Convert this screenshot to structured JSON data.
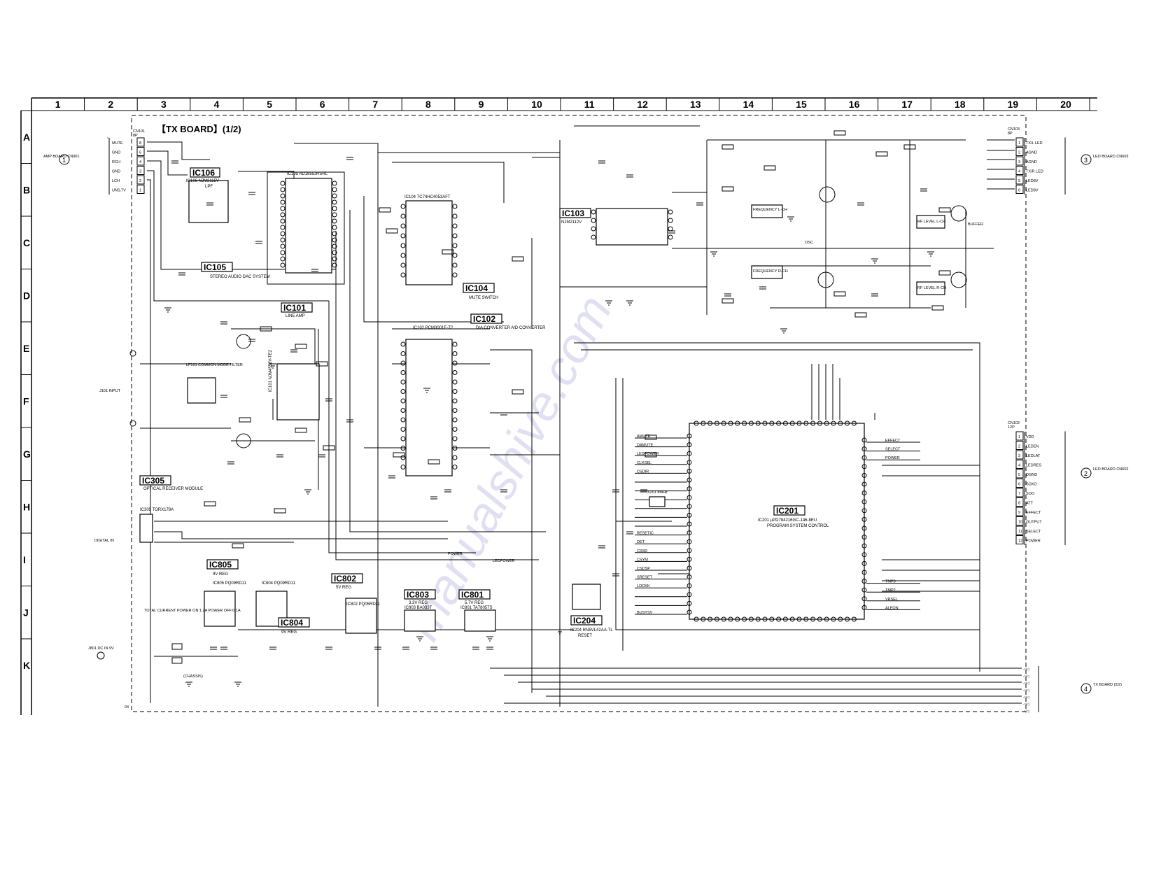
{
  "columns": [
    "1",
    "2",
    "3",
    "4",
    "5",
    "6",
    "7",
    "8",
    "9",
    "10",
    "11",
    "12",
    "13",
    "14",
    "15",
    "16",
    "17",
    "18",
    "19",
    "20"
  ],
  "rows": [
    "A",
    "B",
    "C",
    "D",
    "E",
    "F",
    "G",
    "H",
    "I",
    "J",
    "K"
  ],
  "board_title": "【TX BOARD】(1/2)",
  "page_ref": "04",
  "ics": [
    {
      "id": "IC106",
      "label": "IC106",
      "part": "IC106 NJM2115V",
      "func": "LPF"
    },
    {
      "id": "IC105",
      "label": "IC105",
      "part": "IC105 AD1855JRSRL",
      "func": "STEREO AUDIO DAC SYSTEM"
    },
    {
      "id": "IC104",
      "label": "IC104",
      "part": "IC104 TC74HC4053AFT",
      "func": "MUTE SWITCH"
    },
    {
      "id": "IC103",
      "label": "IC103",
      "part": "NJM2112V",
      "func": ""
    },
    {
      "id": "IC101",
      "label": "IC101",
      "part": "IC101 NJM4558V-TE2",
      "func": "LINE AMP"
    },
    {
      "id": "IC102",
      "label": "IC102",
      "part": "IC102 PCM3001E-T2",
      "func": "D/A CONVERTER A/D CONVERTER"
    },
    {
      "id": "IC305",
      "label": "IC305",
      "part": "IC305 TORX178A",
      "func": "OPTICAL RECEIVER MODULE"
    },
    {
      "id": "IC805",
      "label": "IC805",
      "part": "IC805 PQ09RD11",
      "func": "9V REG"
    },
    {
      "id": "IC804",
      "label": "IC804",
      "part": "IC804 PQ09RD11",
      "func": "9V REG"
    },
    {
      "id": "IC802",
      "label": "IC802",
      "part": "IC802 PQ05RD11",
      "func": "5V REG"
    },
    {
      "id": "IC803",
      "label": "IC803",
      "part": "IC803 BA033T",
      "func": "3.3V REG"
    },
    {
      "id": "IC801",
      "label": "IC801",
      "part": "IC801 TA78057S",
      "func": "5.7V REG"
    },
    {
      "id": "IC204",
      "label": "IC204",
      "part": "IC204 RN5VL42AA-TL",
      "func": "RESET"
    },
    {
      "id": "IC201",
      "label": "IC201",
      "part": "IC201 µPD784216GC-146-8EU",
      "func": "PROGRAM SYSTEM CONTROL"
    }
  ],
  "connectors": {
    "cn101": {
      "name": "CN101",
      "pins": "8P",
      "board": "AMP BOARD CN901",
      "circle": "1",
      "items": [
        {
          "n": "8",
          "label": "MUTE"
        },
        {
          "n": "6",
          "label": "GND"
        },
        {
          "n": "4",
          "label": "RCH"
        },
        {
          "n": "3",
          "label": "GND"
        },
        {
          "n": "2",
          "label": "LCH"
        },
        {
          "n": "1",
          "label": "UNS.7V"
        }
      ]
    },
    "cn103": {
      "name": "CN103",
      "pins": "8P",
      "board": "LED BOARD CN603",
      "circle": "3",
      "items": [
        {
          "n": "1",
          "label": "TX/L LED"
        },
        {
          "n": "2",
          "label": "AGND"
        },
        {
          "n": "3",
          "label": "AGND"
        },
        {
          "n": "4",
          "label": "TX/R LED"
        },
        {
          "n": "5",
          "label": "LED8V"
        },
        {
          "n": "6",
          "label": "LED8V"
        }
      ]
    },
    "cn102": {
      "name": "CN102",
      "pins": "12P",
      "board": "LED BOARD CN602",
      "circle": "2",
      "items": [
        {
          "n": "1",
          "label": "VDD"
        },
        {
          "n": "2",
          "label": "LEDEN"
        },
        {
          "n": "3",
          "label": "LEDLAT"
        },
        {
          "n": "4",
          "label": "LEDRES"
        },
        {
          "n": "5",
          "label": "DGND"
        },
        {
          "n": "6",
          "label": "SCKO"
        },
        {
          "n": "7",
          "label": "SOO"
        },
        {
          "n": "8",
          "label": "ATT"
        },
        {
          "n": "9",
          "label": "EFFECT"
        },
        {
          "n": "10",
          "label": "OUTPUT"
        },
        {
          "n": "11",
          "label": "SELECT"
        },
        {
          "n": "12",
          "label": "POWER"
        }
      ]
    },
    "tx2": {
      "board": "TX BOARD (2/2)",
      "circle": "4"
    }
  },
  "inputs": {
    "jack": "J101 INPUT",
    "digital": "DIGITAL IN",
    "dc_in": "J801 DC IN 9V",
    "current": "TOTAL CURRENT POWER ON:1.2A POWER OFF:0.1A",
    "chassis": "(CHASSIS)"
  },
  "ic201_pins_left": [
    "AMUTE",
    "DAMUTE",
    "LEDPOWER",
    "CLKSEL",
    "CSDIR",
    "",
    "",
    "",
    "",
    "",
    "",
    "RESETIC",
    "DET",
    "CSSD",
    "CSYM",
    "CSDSP",
    "SRESET",
    "LOCKK",
    "",
    "",
    "BUSYSV"
  ],
  "ic201_pins_right": [
    "EFFECT",
    "SELECT",
    "POWER",
    "",
    "",
    "",
    "",
    "",
    "",
    "",
    "",
    "",
    "",
    "",
    "",
    "",
    "TMP3",
    "TMP2",
    "VRSEL",
    "ALEON"
  ],
  "blocks": [
    {
      "label": "FREQUENCY L-CH"
    },
    {
      "label": "FREQUENCY R-CH"
    },
    {
      "label": "RF LEVEL L-CH"
    },
    {
      "label": "RF LEVEL R-CH"
    },
    {
      "label": "LF101 COMMON MODE FILTER"
    },
    {
      "label": "X201 8MHz"
    }
  ],
  "notes": {
    "q_osc": "OSC",
    "q_buffer": "BUFFER",
    "ledpower": "LEDPOWER",
    "power": "POWER"
  }
}
